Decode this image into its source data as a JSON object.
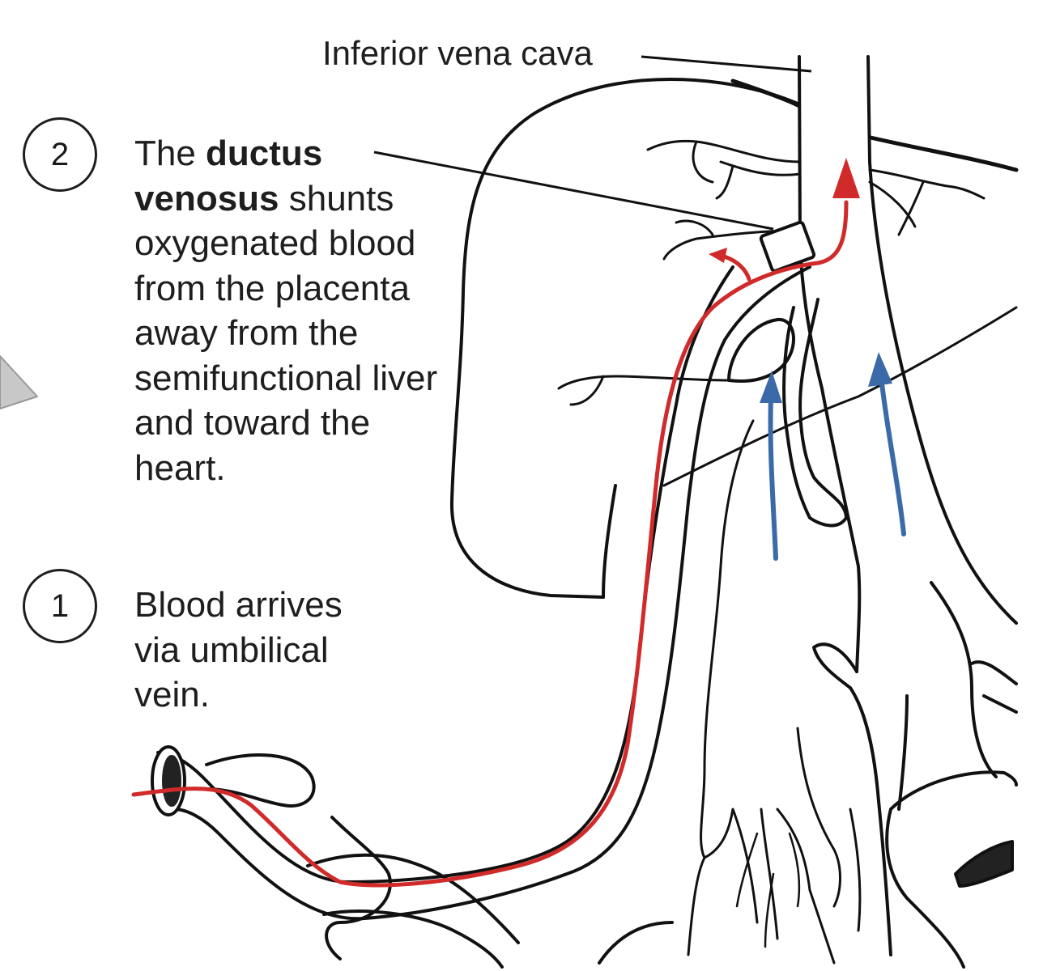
{
  "labels": {
    "ivc": "Inferior vena cava",
    "step2": {
      "number": "2",
      "pre": "The ",
      "bold": "ductus venosus",
      "post": " shunts oxygenated blood from the placenta away from the semifunctional liver and toward the heart."
    },
    "step1": {
      "number": "1",
      "text": "Blood arrives via umbilical vein."
    }
  },
  "colors": {
    "oxygenated_flow": "#d02a2a",
    "deoxygenated_flow": "#3a6aa8",
    "outline": "#111111"
  }
}
